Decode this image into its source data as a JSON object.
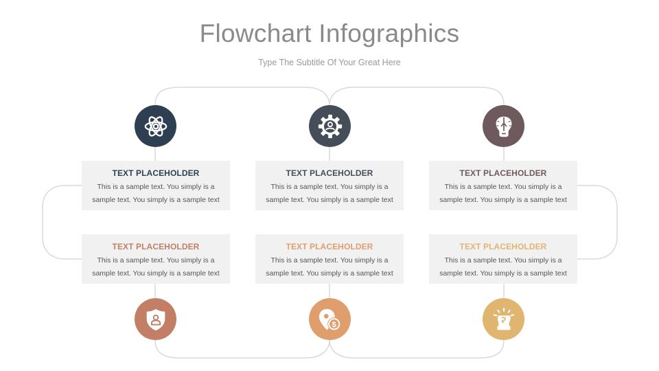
{
  "header": {
    "title": "Flowchart Infographics",
    "subtitle": "Type The Subtitle Of Your Great Here"
  },
  "colors": {
    "connector": "#d9d9d9",
    "card_bg": "#f1f1f1",
    "body_text": "#555555"
  },
  "steps": [
    {
      "title": "TEXT PLACEHOLDER",
      "line1": "This is a sample text. You simply is a",
      "line2": "sample text. You simply is a sample text",
      "color": "#2f3f52",
      "icon": "atom-icon"
    },
    {
      "title": "TEXT PLACEHOLDER",
      "line1": "This is a sample text. You simply is a",
      "line2": "sample text. You simply is a sample text",
      "color": "#454e58",
      "icon": "gear-user-icon"
    },
    {
      "title": "TEXT PLACEHOLDER",
      "line1": "This is a sample text. You simply is a",
      "line2": "sample text. You simply is a sample text",
      "color": "#6e5a5c",
      "icon": "brain-bulb-icon"
    },
    {
      "title": "TEXT PLACEHOLDER",
      "line1": "This is a sample text. You simply is a",
      "line2": "sample text. You simply is a sample text",
      "color": "#c27f66",
      "icon": "shield-user-icon"
    },
    {
      "title": "TEXT PLACEHOLDER",
      "line1": "This is a sample text. You simply is a",
      "line2": "sample text. You simply is a sample text",
      "color": "#df9e6c",
      "icon": "location-dollar-icon"
    },
    {
      "title": "TEXT PLACEHOLDER",
      "line1": "This is a sample text. You simply is a",
      "line2": "sample text. You simply is a sample text",
      "color": "#dfb56f",
      "icon": "fist-idea-icon"
    }
  ]
}
